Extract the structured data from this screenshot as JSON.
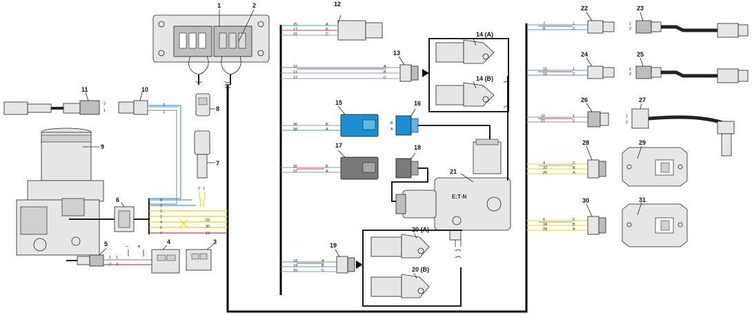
{
  "diagram": {
    "colors": {
      "blue": "#3aa0dc",
      "red": "#e03a3a",
      "gray": "#9a9a9a",
      "yellow": "#f0d400",
      "connector_blue": "#1b8fd2",
      "connector_gray": "#7a7a7a"
    },
    "callouts": {
      "c1": "1",
      "c2": "2",
      "c3": "3",
      "c4": "4",
      "c5": "5",
      "c6": "6",
      "c7": "7",
      "c8": "8",
      "c9": "9",
      "c10": "10",
      "c11": "11",
      "c12": "12",
      "c13": "13",
      "c14a": "14 (A)",
      "c14b": "14 (B)",
      "c15": "15",
      "c16": "16",
      "c17": "17",
      "c18": "18",
      "c19": "19",
      "c20a": "20 (A)",
      "c20b": "20 (B)",
      "c21": "21",
      "c22": "22",
      "c23": "23",
      "c24": "24",
      "c25": "25",
      "c26": "26",
      "c27": "27",
      "c28": "28",
      "c29": "29",
      "c30": "30",
      "c31": "31"
    },
    "brand": "E:T·N",
    "polarity": {
      "minus": "−",
      "plus": "+"
    },
    "wire_numbers": {
      "w12": [
        "25",
        "17",
        "31"
      ],
      "w13": [
        "10",
        "11",
        "12"
      ],
      "w15": [
        "36",
        "38"
      ],
      "w17": [
        "35",
        "37"
      ],
      "w19": [
        "18",
        "19",
        "20"
      ],
      "w22": [
        "7",
        "8"
      ],
      "w24": [
        "15",
        "16"
      ],
      "w26": [
        "22",
        "21"
      ],
      "w28": [
        "4",
        "32",
        "26"
      ],
      "w30": [
        "6",
        "34",
        "28"
      ],
      "w6": [
        "8",
        "3",
        "2",
        "1",
        "4",
        "5",
        "7"
      ],
      "w6r": [
        "29",
        "30",
        "13"
      ],
      "w10": [
        "2",
        "1"
      ]
    },
    "pins": {
      "abc": [
        "A",
        "B",
        "C"
      ],
      "ba": [
        "B",
        "A"
      ],
      "cba": [
        "C",
        "B",
        "A"
      ],
      "one_two": [
        "1",
        "2"
      ],
      "two_one": [
        "2",
        "1"
      ]
    }
  }
}
